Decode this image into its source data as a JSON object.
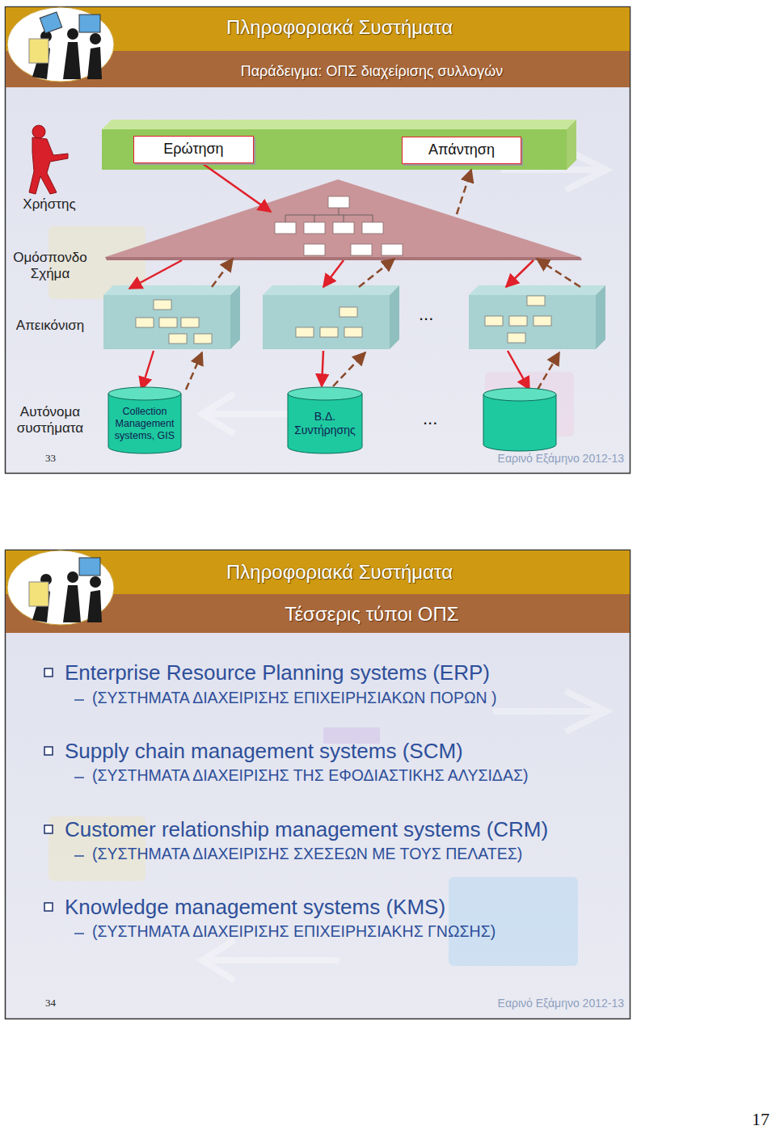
{
  "diagram": {
    "nodes": [
      {
        "text": [
          "Ερώτηση"
        ]
      },
      {
        "text": [
          "Απάντηση"
        ]
      },
      {
        "text": [
          "Collection Management systems, GIS"
        ]
      },
      {
        "text": [
          "Β.Δ. Συντήρησης"
        ]
      }
    ],
    "labels": [
      "Πληροφοριακά Συστήματα",
      "Παράδειγμα: ΟΠΣ διαχείρισης συλλογών",
      "Χρήστης",
      "Ομόσπονδο Σχήμα",
      "Απεικόνιση",
      "...",
      "Αυτόνομα συστήματα",
      "...",
      "33",
      "Εαρινό Εξάμηνο 2012-13",
      "Πληροφοριακά Συστήματα",
      "Τέσσερις τύποι ΟΠΣ",
      "Enterprise Resource Planning systems (ERP)",
      "(ΣΥΣΤΗΜΑΤΑ ΔΙΑΧΕΙΡΙΣΗΣ ΕΠΙΧΕΙΡΗΣΙΑΚΩΝ ΠΟΡΩΝ )",
      "Supply chain management systems (SCM)",
      "(ΣΥΣΤΗΜΑΤΑ ΔΙΑΧΕΙΡΙΣΗΣ ΤΗΣ ΕΦΟΔΙΑΣΤΙΚΗΣ ΑΛΥΣΙΔΑΣ)",
      "Customer relationship management systems (CRM)",
      "(ΣΥΣΤΗΜΑΤΑ ΔΙΑΧΕΙΡΙΣΗΣ ΣΧΕΣΕΩΝ ΜΕ ΤΟΥΣ ΠΕΛΑΤΕΣ)",
      "Knowledge management systems (KMS)",
      "(ΣΥΣΤΗΜΑΤΑ ΔΙΑΧΕΙΡΙΣΗΣ ΕΠΙΧΕΙΡΗΣΙΑΚΗΣ ΓΝΩΣΗΣ)",
      "34",
      "Εαρινό Εξάμηνο 2012-13",
      "17"
    ]
  }
}
